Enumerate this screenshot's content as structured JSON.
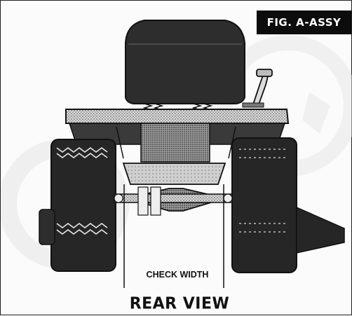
{
  "figure": {
    "tag": "FIG. A-ASSY",
    "measurement_label": "CHECK WIDTH",
    "view_title": "REAR VIEW"
  },
  "colors": {
    "ink": "#111111",
    "tire": "#262626",
    "hatch": "#8a8a8a",
    "watermark": "#e6e6e6",
    "paper": "#fbfbfb"
  }
}
